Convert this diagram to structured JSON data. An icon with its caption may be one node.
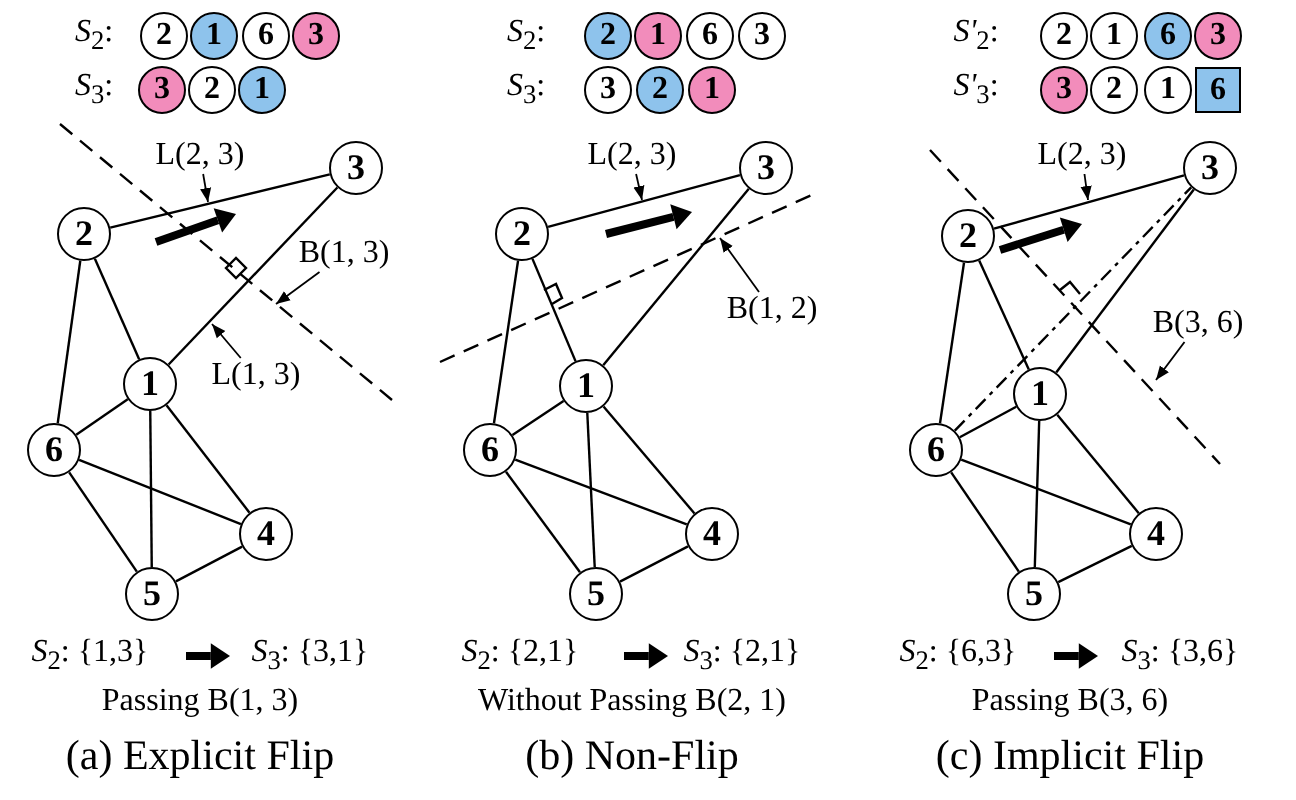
{
  "diagram": {
    "nodes": [
      {
        "text": [
          "2"
        ]
      },
      {
        "text": [
          "1"
        ]
      },
      {
        "text": [
          "6"
        ]
      },
      {
        "text": [
          "3"
        ]
      },
      {
        "text": [
          "3"
        ]
      },
      {
        "text": [
          "2"
        ]
      },
      {
        "text": [
          "1"
        ]
      },
      {
        "text": [
          "L(2, 3)"
        ]
      },
      {
        "text": [
          "B(1, 3)"
        ]
      },
      {
        "text": [
          "L(1, 3)"
        ]
      },
      {
        "text": [
          "3"
        ]
      },
      {
        "text": [
          "2"
        ]
      },
      {
        "text": [
          "1"
        ]
      },
      {
        "text": [
          "6"
        ]
      },
      {
        "text": [
          "4"
        ]
      },
      {
        "text": [
          "5"
        ]
      },
      {
        "text": [
          "2"
        ]
      },
      {
        "text": [
          "1"
        ]
      },
      {
        "text": [
          "6"
        ]
      },
      {
        "text": [
          "3"
        ]
      },
      {
        "text": [
          "3"
        ]
      },
      {
        "text": [
          "2"
        ]
      },
      {
        "text": [
          "1"
        ]
      },
      {
        "text": [
          "L(2, 3)"
        ]
      },
      {
        "text": [
          "B(1, 2)"
        ]
      },
      {
        "text": [
          "3"
        ]
      },
      {
        "text": [
          "2"
        ]
      },
      {
        "text": [
          "1"
        ]
      },
      {
        "text": [
          "6"
        ]
      },
      {
        "text": [
          "4"
        ]
      },
      {
        "text": [
          "5"
        ]
      },
      {
        "text": [
          "2"
        ]
      },
      {
        "text": [
          "1"
        ]
      },
      {
        "text": [
          "6"
        ]
      },
      {
        "text": [
          "3"
        ]
      },
      {
        "text": [
          "3"
        ]
      },
      {
        "text": [
          "2"
        ]
      },
      {
        "text": [
          "1"
        ]
      },
      {
        "text": [
          "6"
        ]
      },
      {
        "text": [
          "L(2, 3)"
        ]
      },
      {
        "text": [
          "B(3, 6)"
        ]
      },
      {
        "text": [
          "3"
        ]
      },
      {
        "text": [
          "2"
        ]
      },
      {
        "text": [
          "1"
        ]
      },
      {
        "text": [
          "6"
        ]
      },
      {
        "text": [
          "4"
        ]
      },
      {
        "text": [
          "5"
        ]
      }
    ],
    "edges": [
      {
        "from": 11,
        "to": 10,
        "arrow": "none"
      },
      {
        "from": 11,
        "to": 12,
        "arrow": "none"
      },
      {
        "from": 11,
        "to": 13,
        "arrow": "none"
      },
      {
        "from": 12,
        "to": 10,
        "arrow": "none"
      },
      {
        "from": 12,
        "to": 13,
        "arrow": "none"
      },
      {
        "from": 12,
        "to": 15,
        "arrow": "none"
      },
      {
        "from": 12,
        "to": 14,
        "arrow": "none"
      },
      {
        "from": 13,
        "to": 14,
        "arrow": "none"
      },
      {
        "from": 13,
        "to": 15,
        "arrow": "none"
      },
      {
        "from": 15,
        "to": 14,
        "arrow": "none"
      },
      {
        "from": 7,
        "to": null,
        "arrow": "to"
      },
      {
        "from": 8,
        "to": null,
        "arrow": "to"
      },
      {
        "from": 9,
        "to": null,
        "arrow": "to"
      },
      {
        "from": 26,
        "to": 25,
        "arrow": "none"
      },
      {
        "from": 26,
        "to": 27,
        "arrow": "none"
      },
      {
        "from": 26,
        "to": 28,
        "arrow": "none"
      },
      {
        "from": 27,
        "to": 25,
        "arrow": "none"
      },
      {
        "from": 27,
        "to": 28,
        "arrow": "none"
      },
      {
        "from": 27,
        "to": 30,
        "arrow": "none"
      },
      {
        "from": 27,
        "to": 29,
        "arrow": "none"
      },
      {
        "from": 28,
        "to": 29,
        "arrow": "none"
      },
      {
        "from": 28,
        "to": 30,
        "arrow": "none"
      },
      {
        "from": 30,
        "to": 29,
        "arrow": "none"
      },
      {
        "from": 23,
        "to": null,
        "arrow": "to"
      },
      {
        "from": 24,
        "to": null,
        "arrow": "to"
      },
      {
        "from": 42,
        "to": 41,
        "arrow": "none"
      },
      {
        "from": 42,
        "to": 43,
        "arrow": "none"
      },
      {
        "from": 42,
        "to": 44,
        "arrow": "none"
      },
      {
        "from": 43,
        "to": 41,
        "arrow": "none"
      },
      {
        "from": 43,
        "to": 44,
        "arrow": "none"
      },
      {
        "from": 43,
        "to": 46,
        "arrow": "none"
      },
      {
        "from": 43,
        "to": 45,
        "arrow": "none"
      },
      {
        "from": 44,
        "to": 45,
        "arrow": "none"
      },
      {
        "from": 44,
        "to": 46,
        "arrow": "none"
      },
      {
        "from": 46,
        "to": 45,
        "arrow": "none"
      },
      {
        "from": 44,
        "to": 41,
        "arrow": "none",
        "style": "dashed"
      },
      {
        "from": 39,
        "to": null,
        "arrow": "to"
      },
      {
        "from": 40,
        "to": null,
        "arrow": "to"
      }
    ],
    "labels": [
      "*S*$_{2}$:",
      "*S*$_{2}$:",
      "*S'*$_{2}$:",
      "*S*$_{3}$:",
      "*S*$_{3}$:",
      "*S'*$_{3}$:",
      "*S*$_{2}$: {1,3}",
      "*S*$_{3}$: {3,1}",
      "*S*$_{2}$: {2,1}",
      "*S*$_{3}$: {2,1}",
      "*S*$_{2}$: {6,3}",
      "*S*$_{3}$: {3,6}",
      "Passing B(1, 3)",
      "Without Passing B(2, 1)",
      "Passing B(3, 6)",
      "(a) Explicit Flip",
      "(b) Non-Flip",
      "(c)  Implicit Flip"
    ]
  }
}
